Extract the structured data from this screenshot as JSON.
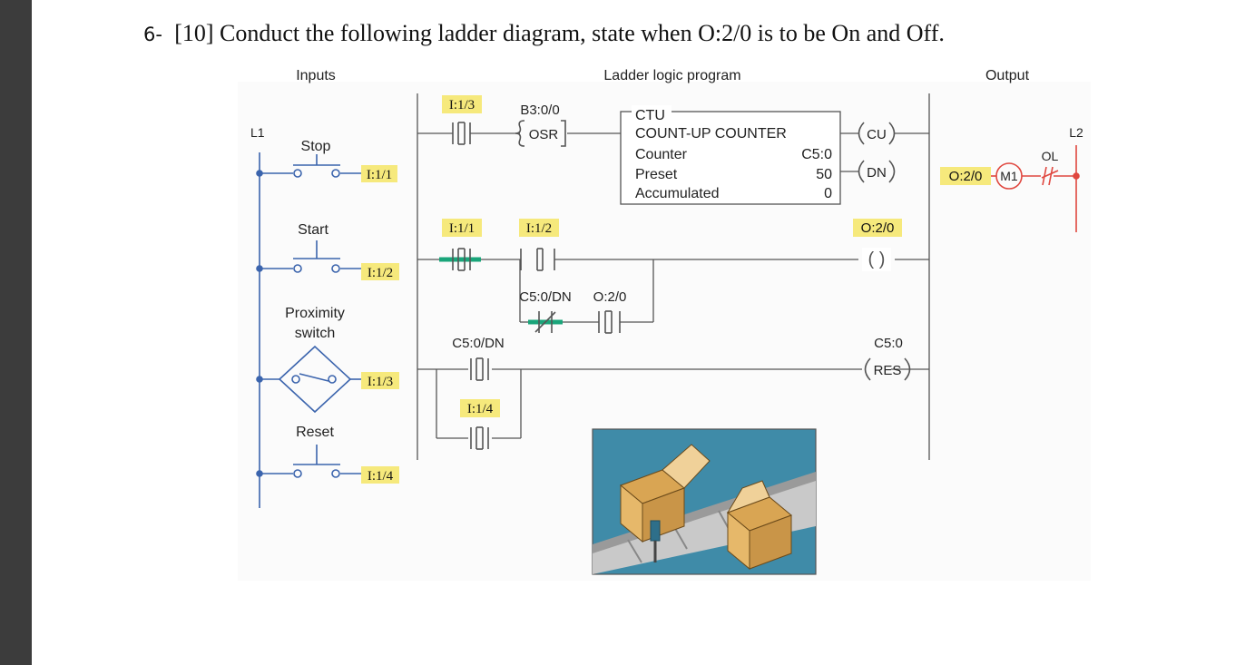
{
  "question": {
    "number": "6-",
    "text": "[10] Conduct the following ladder diagram, state when O:2/0 is to be On and Off."
  },
  "headers": {
    "inputs": "Inputs",
    "ladder": "Ladder logic program",
    "output": "Output"
  },
  "rails": {
    "left": "L1",
    "right": "L2"
  },
  "inputs": [
    {
      "label": "Stop",
      "address": "I:1/1",
      "kind": "NC pushbutton"
    },
    {
      "label": "Start",
      "address": "I:1/2",
      "kind": "NO pushbutton"
    },
    {
      "label": "Proximity",
      "label2": "switch",
      "address": "I:1/3",
      "kind": "proximity switch"
    },
    {
      "label": "Reset",
      "address": "I:1/4",
      "kind": "NO pushbutton"
    }
  ],
  "rung1": {
    "contact": "I:1/3",
    "osr_address": "B3:0/0",
    "osr_label": "OSR",
    "ctu_title": "CTU",
    "ctu_name": "COUNT-UP COUNTER",
    "counter_label": "Counter",
    "counter_value": "C5:0",
    "preset_label": "Preset",
    "preset_value": "50",
    "accum_label": "Accumulated",
    "accum_value": "0",
    "cu": "CU",
    "dn": "DN"
  },
  "rung2": {
    "contact1": "I:1/1",
    "contact2": "I:1/2",
    "branch1": "C5:0/DN",
    "branch2": "O:2/0",
    "coil": "O:2/0",
    "coil_symbol": "( )"
  },
  "rung3": {
    "contact1": "C5:0/DN",
    "contact2": "I:1/4",
    "coil_address": "C5:0",
    "coil": "RES"
  },
  "output": {
    "address": "O:2/0",
    "motor": "M1",
    "overload": "OL"
  },
  "colors": {
    "input_wire": "#3b64ad",
    "ladder_line": "#555555",
    "highlight": "#f6e97c",
    "energized": "#1aa57a",
    "output_wire": "#e0473f",
    "picture_bg": "#3f8ba8",
    "box": "#e6b86a"
  }
}
